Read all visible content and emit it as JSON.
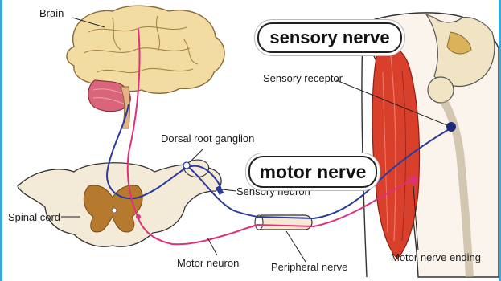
{
  "labels": {
    "brain": "Brain",
    "sensory_receptor": "Sensory receptor",
    "dorsal_root_ganglion": "Dorsal root ganglion",
    "sensory_neuron": "Sensory neuron",
    "spinal_cord": "Spinal cord",
    "motor_neuron": "Motor neuron",
    "peripheral_nerve": "Peripheral nerve",
    "motor_nerve_ending": "Motor nerve ending"
  },
  "callouts": {
    "sensory_nerve": "sensory nerve",
    "motor_nerve": "motor nerve"
  },
  "colors": {
    "sensory_pathway": "#2b3a9c",
    "motor_pathway": "#e0307a",
    "brain_fill": "#f2dca2",
    "brain_stroke": "#8a6a3a",
    "cerebellum": "#d9657a",
    "muscle": "#d9402b",
    "bone": "#f1e4c4",
    "spinal_cord_fill": "#f4ead8",
    "gray_matter": "#b57a2e",
    "frame_edge": "#3aa7d6"
  }
}
